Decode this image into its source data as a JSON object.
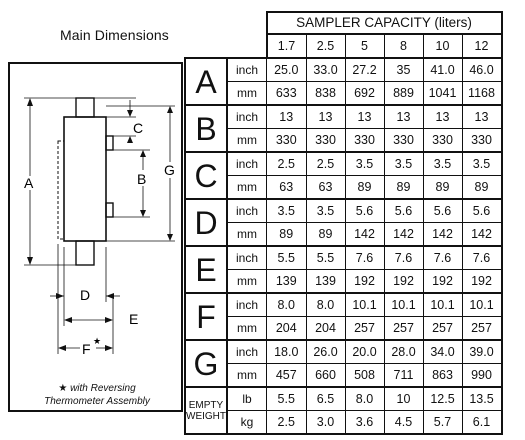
{
  "title": "Main Dimensions",
  "table": {
    "header": "SAMPLER CAPACITY (liters)",
    "capacities": [
      "1.7",
      "2.5",
      "5",
      "8",
      "10",
      "12"
    ],
    "rows": [
      {
        "letter": "A",
        "inch": [
          "25.0",
          "33.0",
          "27.2",
          "35",
          "41.0",
          "46.0"
        ],
        "mm": [
          "633",
          "838",
          "692",
          "889",
          "1041",
          "1168"
        ]
      },
      {
        "letter": "B",
        "inch": [
          "13",
          "13",
          "13",
          "13",
          "13",
          "13"
        ],
        "mm": [
          "330",
          "330",
          "330",
          "330",
          "330",
          "330"
        ]
      },
      {
        "letter": "C",
        "inch": [
          "2.5",
          "2.5",
          "3.5",
          "3.5",
          "3.5",
          "3.5"
        ],
        "mm": [
          "63",
          "63",
          "89",
          "89",
          "89",
          "89"
        ]
      },
      {
        "letter": "D",
        "inch": [
          "3.5",
          "3.5",
          "5.6",
          "5.6",
          "5.6",
          "5.6"
        ],
        "mm": [
          "89",
          "89",
          "142",
          "142",
          "142",
          "142"
        ]
      },
      {
        "letter": "E",
        "inch": [
          "5.5",
          "5.5",
          "7.6",
          "7.6",
          "7.6",
          "7.6"
        ],
        "mm": [
          "139",
          "139",
          "192",
          "192",
          "192",
          "192"
        ]
      },
      {
        "letter": "F",
        "inch": [
          "8.0",
          "8.0",
          "10.1",
          "10.1",
          "10.1",
          "10.1"
        ],
        "mm": [
          "204",
          "204",
          "257",
          "257",
          "257",
          "257"
        ]
      },
      {
        "letter": "G",
        "inch": [
          "18.0",
          "26.0",
          "20.0",
          "28.0",
          "34.0",
          "39.0"
        ],
        "mm": [
          "457",
          "660",
          "508",
          "711",
          "863",
          "990"
        ]
      }
    ],
    "unit_inch": "inch",
    "unit_mm": "mm",
    "weight": {
      "label_line1": "EMPTY",
      "label_line2": "WEIGHT",
      "unit_lb": "lb",
      "unit_kg": "kg",
      "lb": [
        "5.5",
        "6.5",
        "8.0",
        "10",
        "12.5",
        "13.5"
      ],
      "kg": [
        "2.5",
        "3.0",
        "3.6",
        "4.5",
        "5.7",
        "6.1"
      ]
    }
  },
  "diagram": {
    "labels": {
      "A": "A",
      "B": "B",
      "C": "C",
      "D": "D",
      "E": "E",
      "F": "F",
      "G": "G",
      "star": "★"
    }
  },
  "note": {
    "star": "★",
    "line1": " with Reversing",
    "line2": "Thermometer Assembly"
  }
}
